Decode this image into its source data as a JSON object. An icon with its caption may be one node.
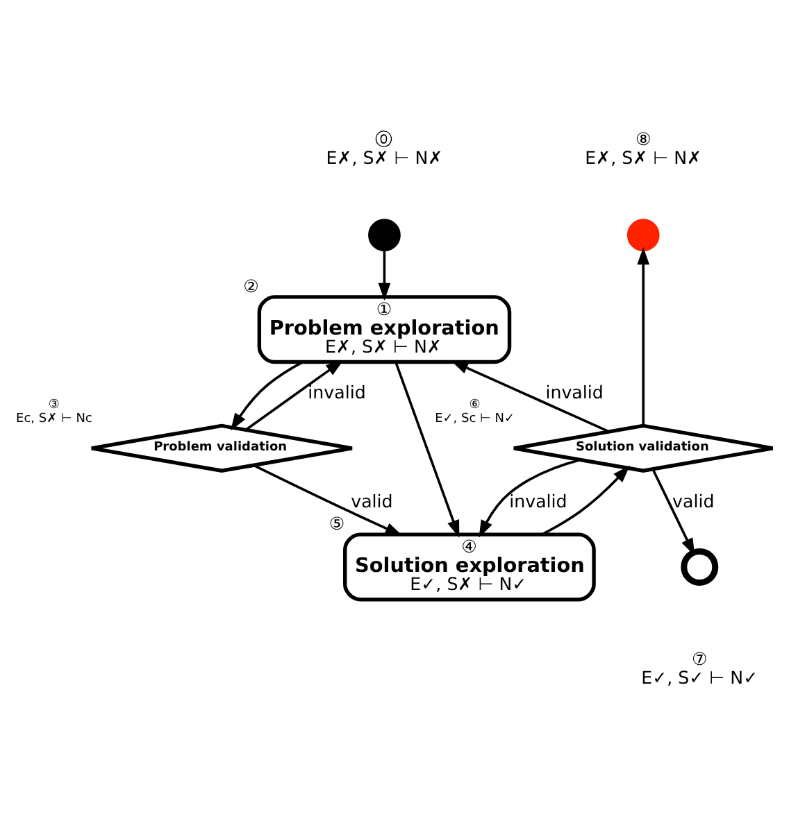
{
  "diagram": {
    "nodes": [
      {
        "text": [],
        "shape": "circle",
        "beside": [
          "⓪",
          "E✗, S✗ ⊢ N✗"
        ]
      },
      {
        "text": [
          "①",
          "Problem exploration",
          "E✗, S✗ ⊢ N✗"
        ],
        "beside": [
          "②"
        ]
      },
      {
        "text": [
          "Problem validation"
        ],
        "beside": [
          "③",
          "Ec, S✗ ⊢ Nc"
        ]
      },
      {
        "text": [
          "④",
          "Solution exploration",
          "E✓, S✗ ⊢ N✓"
        ],
        "beside": [
          "⑤"
        ]
      },
      {
        "text": [
          "Solution validation"
        ],
        "beside": [
          "⑥",
          "E✓, Sc ⊢ N✓"
        ]
      },
      {
        "text": [],
        "shape": "circle",
        "beside": [
          "⑦",
          "E✓, S✓ ⊢ N✓"
        ]
      },
      {
        "text": [],
        "shape": "circle",
        "beside": [
          "⑧",
          "E✗, S✗ ⊢ N✗"
        ]
      }
    ],
    "edges": [
      {
        "from": 0,
        "to": 1,
        "arrow": "to"
      },
      {
        "from": 1,
        "to": 2,
        "arrow": "to"
      },
      {
        "from": 2,
        "to": 1,
        "arrow": "to",
        "label": "invalid"
      },
      {
        "from": 2,
        "to": 3,
        "arrow": "to",
        "label": "valid"
      },
      {
        "from": 1,
        "to": 3,
        "arrow": "to"
      },
      {
        "from": 3,
        "to": 4,
        "arrow": "to"
      },
      {
        "from": 4,
        "to": 3,
        "arrow": "to",
        "label": "invalid"
      },
      {
        "from": 4,
        "to": 1,
        "arrow": "to",
        "label": "invalid"
      },
      {
        "from": 4,
        "to": 6,
        "arrow": "to"
      },
      {
        "from": 4,
        "to": 5,
        "arrow": "to",
        "label": "valid"
      }
    ]
  }
}
